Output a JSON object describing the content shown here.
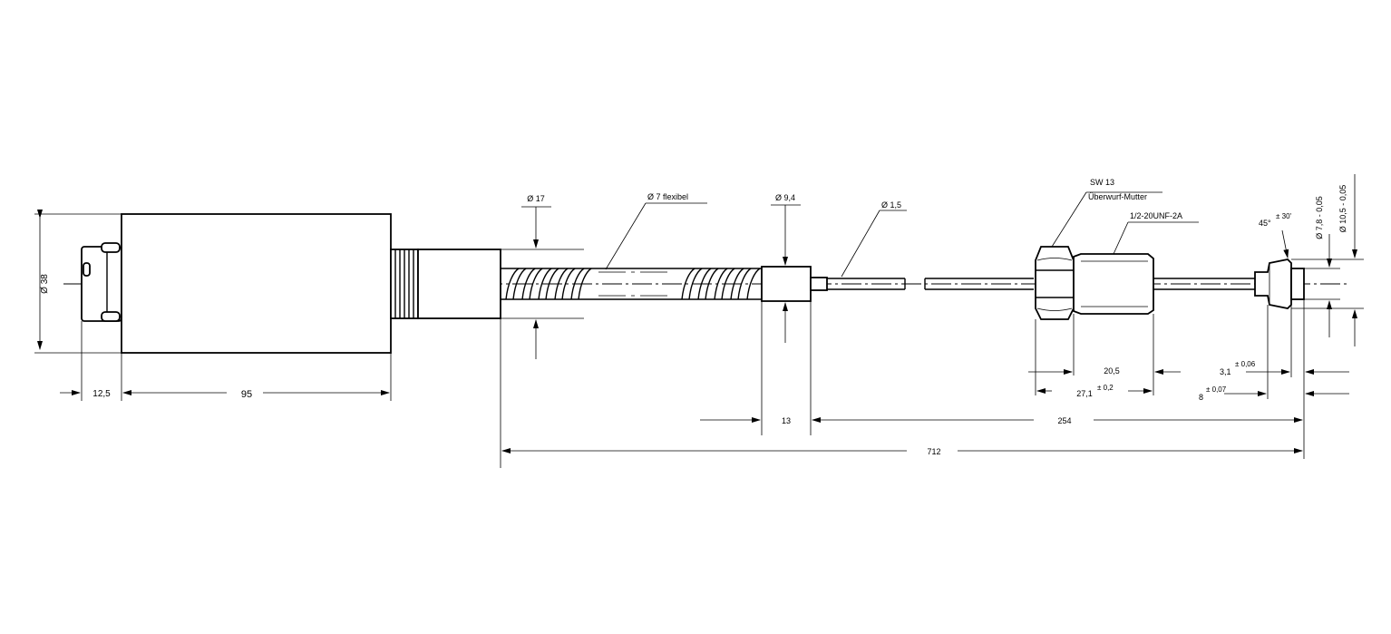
{
  "drawing": {
    "dimensions": {
      "body_diameter": "Ø 38",
      "connector_length": "12,5",
      "body_length": "95",
      "hose_diameter": "Ø 17",
      "flex_diameter": "Ø 7 flexibel",
      "sleeve_diameter": "Ø 9,4",
      "probe_diameter": "Ø 1,5",
      "sleeve_length": "13",
      "probe_length": "254",
      "total_length": "712",
      "nut_label": "SW 13",
      "nut_name": "Überwurf-Mutter",
      "thread": "1/2-20UNF-2A",
      "chamfer_angle": "45°",
      "chamfer_tol": "± 30'",
      "tip_diameter_small": "Ø 7,8 - 0,05",
      "tip_diameter_large": "Ø 10,5 - 0,05",
      "thread_length": "20,5",
      "fitting_length": "27,1",
      "fitting_tol": "± 0,2",
      "tip_len_a": "3,1",
      "tip_tol_a": "± 0,06",
      "tip_len_b": "8",
      "tip_tol_b": "± 0,07"
    }
  }
}
